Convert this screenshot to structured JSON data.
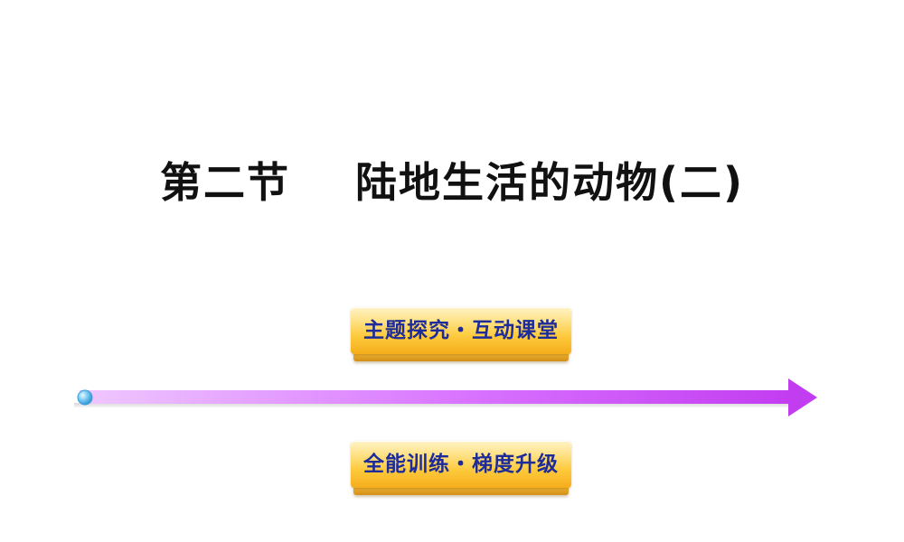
{
  "slide": {
    "title": "第二节    陆地生活的动物(二)",
    "buttons": [
      {
        "label": "主题探究・互动课堂"
      },
      {
        "label": "全能训练・梯度升级"
      }
    ]
  },
  "colors": {
    "title_text": "#111111",
    "button_text": "#1d2c9a",
    "button_face": "#fdca3c",
    "arrow_start": "#e9b6ff",
    "arrow_end": "#c23cf0",
    "dot": "#56b8ee"
  }
}
